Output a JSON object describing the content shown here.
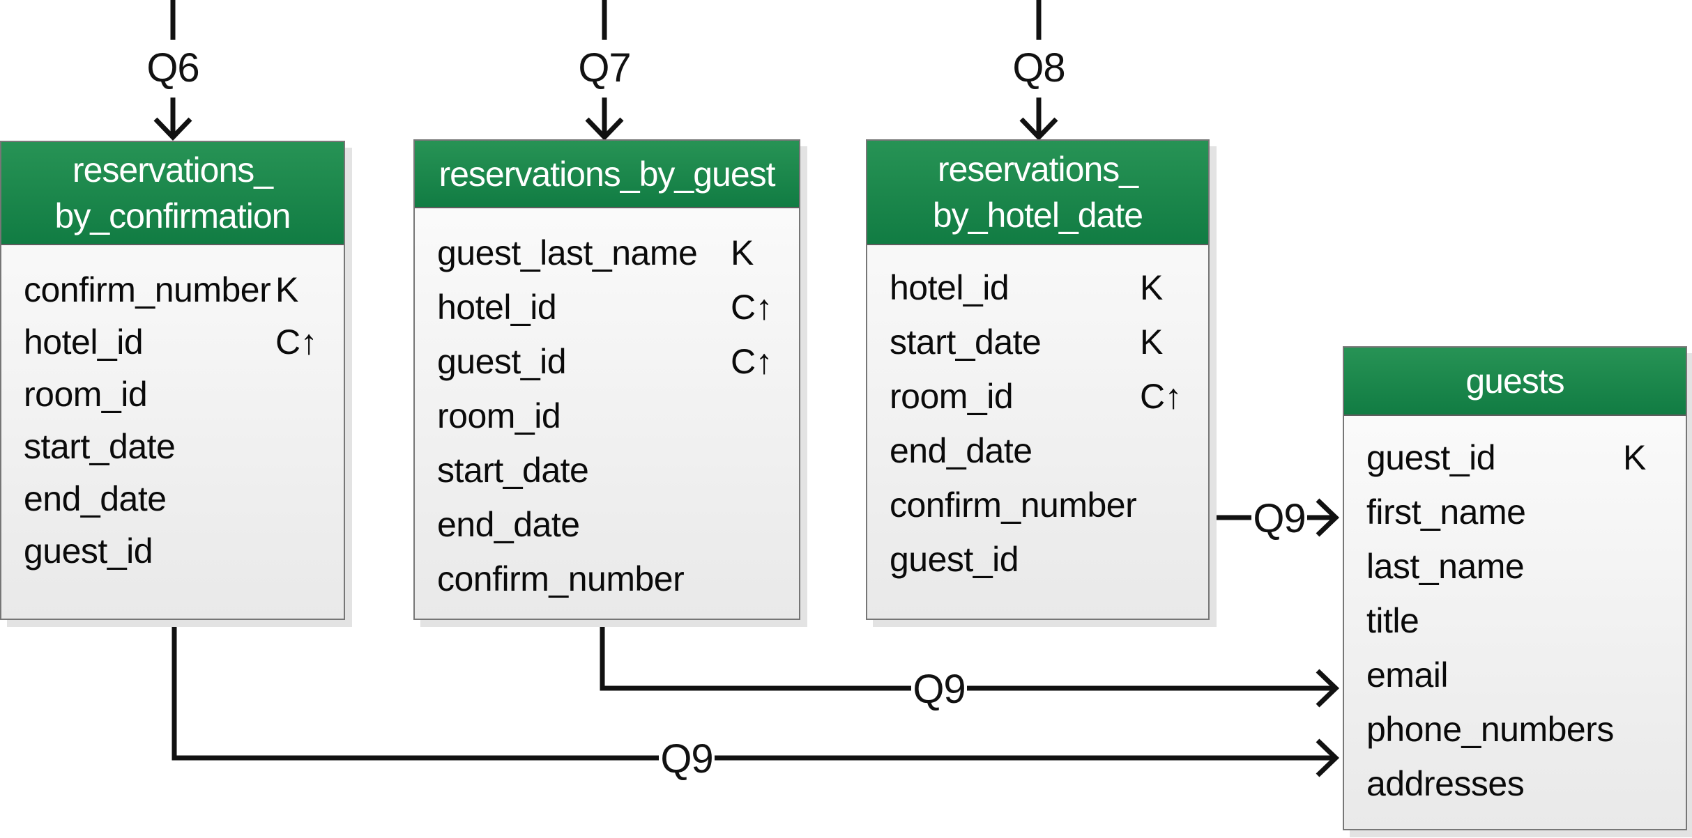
{
  "colors": {
    "header_green_top": "#279355",
    "header_green_bottom": "#117c43",
    "box_border_gray": "#767676",
    "connector_black": "#111111",
    "shadow_gray": "#e3e3e3"
  },
  "connectors": [
    {
      "id": "q6",
      "label": "Q6",
      "to": "reservations_by_confirmation"
    },
    {
      "id": "q7",
      "label": "Q7",
      "to": "reservations_by_guest"
    },
    {
      "id": "q8",
      "label": "Q8",
      "to": "reservations_by_hotel_date"
    },
    {
      "id": "q9-from-hotel-date",
      "label": "Q9",
      "from": "reservations_by_hotel_date",
      "to": "guests"
    },
    {
      "id": "q9-from-guest",
      "label": "Q9",
      "from": "reservations_by_guest",
      "to": "guests"
    },
    {
      "id": "q9-from-confirmation",
      "label": "Q9",
      "from": "reservations_by_confirmation",
      "to": "guests"
    }
  ],
  "tables": [
    {
      "name": "reservations_by_confirmation",
      "title_lines": [
        "reservations_",
        "by_confirmation"
      ],
      "fields": [
        {
          "name": "confirm_number",
          "key": "K"
        },
        {
          "name": "hotel_id",
          "key": "C↑"
        },
        {
          "name": "room_id"
        },
        {
          "name": "start_date"
        },
        {
          "name": "end_date"
        },
        {
          "name": "guest_id"
        }
      ]
    },
    {
      "name": "reservations_by_guest",
      "title_lines": [
        "reservations_by_guest"
      ],
      "fields": [
        {
          "name": "guest_last_name",
          "key": "K"
        },
        {
          "name": "hotel_id",
          "key": "C↑"
        },
        {
          "name": "guest_id",
          "key": "C↑"
        },
        {
          "name": "room_id"
        },
        {
          "name": "start_date"
        },
        {
          "name": "end_date"
        },
        {
          "name": "confirm_number"
        }
      ]
    },
    {
      "name": "reservations_by_hotel_date",
      "title_lines": [
        "reservations_",
        "by_hotel_date"
      ],
      "fields": [
        {
          "name": "hotel_id",
          "key": "K"
        },
        {
          "name": "start_date",
          "key": "K"
        },
        {
          "name": "room_id",
          "key": "C↑"
        },
        {
          "name": "end_date"
        },
        {
          "name": "confirm_number"
        },
        {
          "name": "guest_id"
        }
      ]
    },
    {
      "name": "guests",
      "title_lines": [
        "guests"
      ],
      "fields": [
        {
          "name": "guest_id",
          "key": "K"
        },
        {
          "name": "first_name"
        },
        {
          "name": "last_name"
        },
        {
          "name": "title"
        },
        {
          "name": "email"
        },
        {
          "name": "phone_numbers"
        },
        {
          "name": "addresses"
        }
      ]
    }
  ]
}
